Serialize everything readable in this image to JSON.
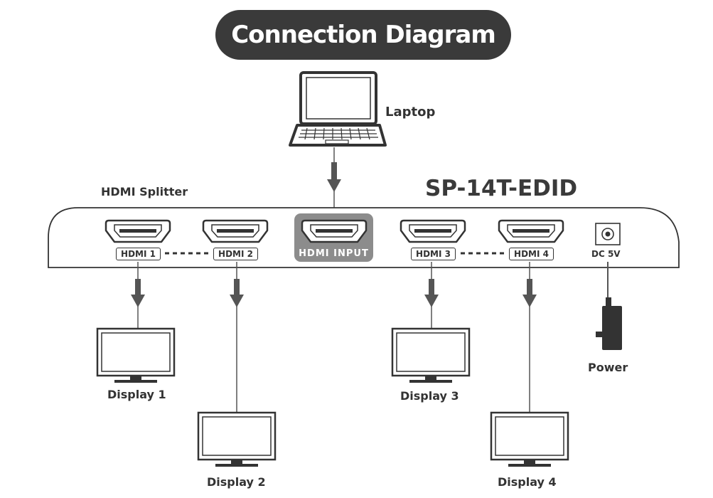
{
  "title": "Connection Diagram",
  "model": "SP-14T-EDID",
  "device_label": "HDMI Splitter",
  "source_label": "Laptop",
  "power_label": "Power",
  "dc_label": "DC 5V",
  "input_port_label": "HDMI INPUT",
  "output_ports": [
    "HDMI 1",
    "HDMI 2",
    "HDMI 3",
    "HDMI 4"
  ],
  "displays": [
    "Display 1",
    "Display 2",
    "Display 3",
    "Display 4"
  ],
  "colors": {
    "title_bg": "#3a3a3a",
    "outline": "#333333",
    "arrow": "#555555",
    "input_bg": "#8c8c8c"
  }
}
